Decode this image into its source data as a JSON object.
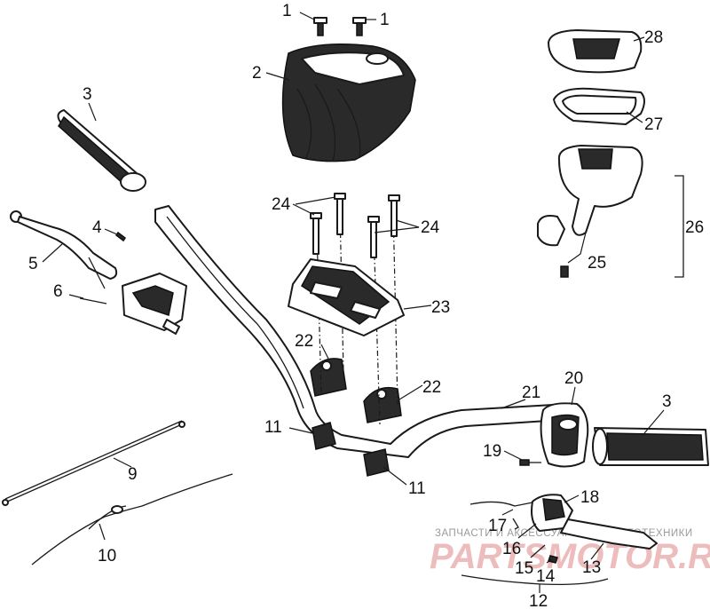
{
  "callouts": {
    "c1a": "1",
    "c1b": "1",
    "c2": "2",
    "c3a": "3",
    "c3b": "3",
    "c4": "4",
    "c5": "5",
    "c6": "6",
    "c9": "9",
    "c10": "10",
    "c11a": "11",
    "c11b": "11",
    "c12": "12",
    "c13": "13",
    "c14": "14",
    "c15": "15",
    "c16": "16",
    "c17": "17",
    "c18": "18",
    "c19": "19",
    "c20": "20",
    "c21": "21",
    "c22a": "22",
    "c22b": "22",
    "c23": "23",
    "c24a": "24",
    "c24b": "24",
    "c25": "25",
    "c26": "26",
    "c27": "27",
    "c28": "28"
  },
  "watermark": {
    "tagline": "ЗАПЧАСТИ И АКСЕССУАРЫ ДЛЯ МОТОТЕХНИКИ",
    "logo": "PARTSMOTOR.RU"
  },
  "colors": {
    "ink": "#1a1a1a",
    "paper": "#ffffff",
    "watermark": "#e8a8a8"
  }
}
